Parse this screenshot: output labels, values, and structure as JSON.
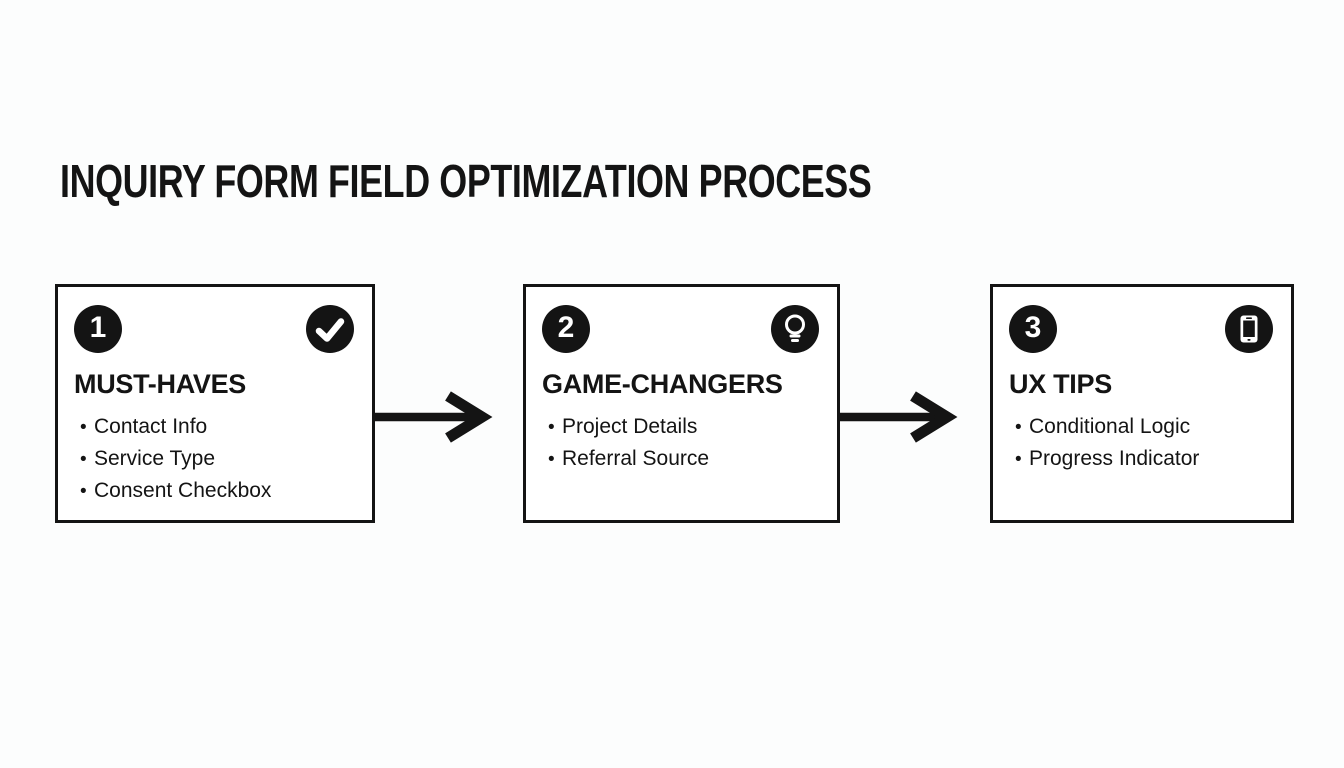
{
  "title": "INQUIRY FORM FIELD OPTIMIZATION PROCESS",
  "bullet_char": "•",
  "steps": [
    {
      "number": "1",
      "icon": "check-icon",
      "title": "MUST-HAVES",
      "items": [
        "Contact Info",
        "Service Type",
        "Consent Checkbox"
      ]
    },
    {
      "number": "2",
      "icon": "lightbulb-icon",
      "title": "GAME-CHANGERS",
      "items": [
        "Project Details",
        "Referral Source"
      ]
    },
    {
      "number": "3",
      "icon": "smartphone-icon",
      "title": "UX TIPS",
      "items": [
        "Conditional Logic",
        "Progress Indicator"
      ]
    }
  ],
  "colors": {
    "bg": "#fcfdfd",
    "ink": "#141414",
    "card-bg": "#ffffff",
    "badge-bg": "#141414",
    "badge-fg": "#ffffff"
  }
}
